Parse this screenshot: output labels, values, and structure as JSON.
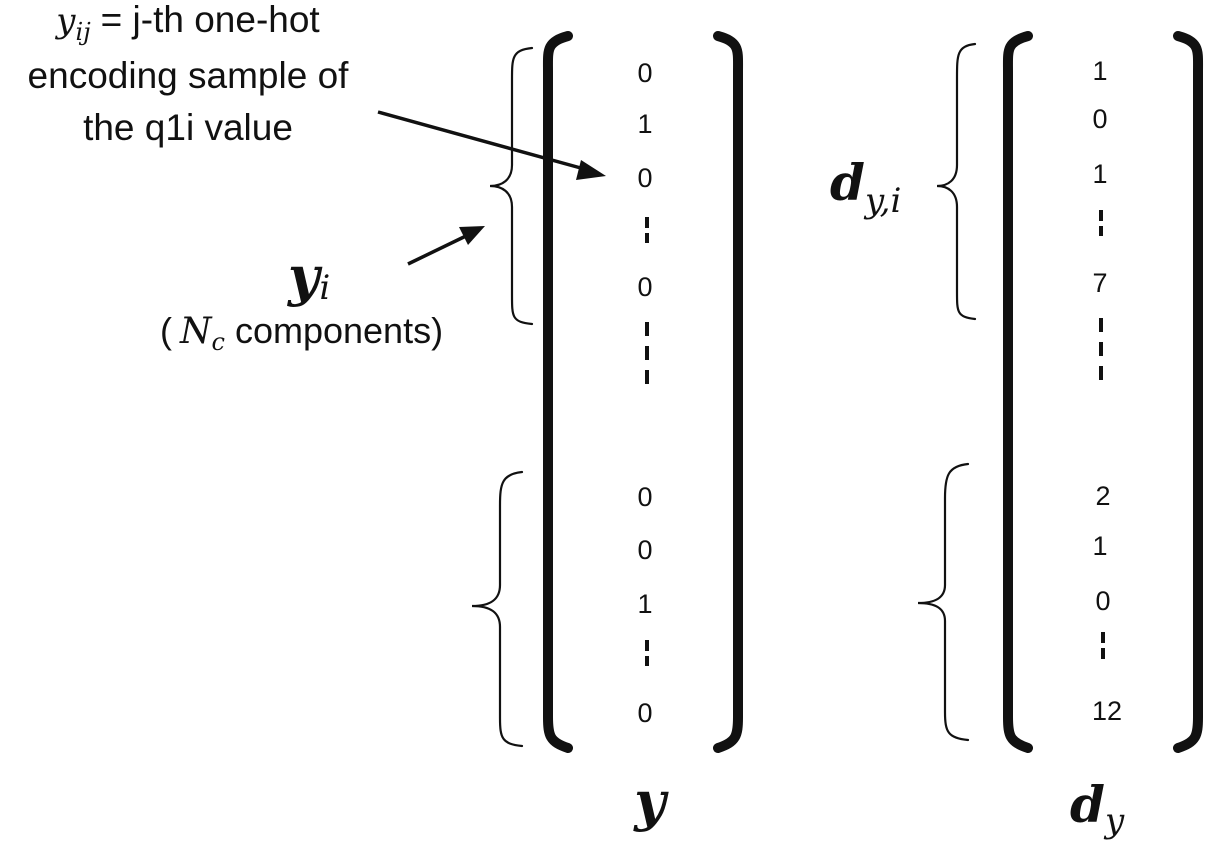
{
  "annotation": {
    "lhs_symbol": "y",
    "lhs_subscript": "ij",
    "line1_rest": "= j-th one-hot",
    "line2": "encoding sample of",
    "line3": "the q1i value"
  },
  "y_i_label": {
    "symbol": "y",
    "subscript": "i",
    "caption_open": "(",
    "caption_symbol": "N",
    "caption_subscript": "c",
    "caption_rest": "components)"
  },
  "d_yi_label": {
    "symbol": "d",
    "subscript": "y,i"
  },
  "vector_y": {
    "label": "y",
    "block1": [
      "0",
      "1",
      "0",
      "0"
    ],
    "block2": [
      "0",
      "0",
      "1",
      "0"
    ]
  },
  "vector_dy": {
    "label": "d",
    "label_subscript": "y",
    "block1": [
      "1",
      "0",
      "1",
      "7"
    ],
    "block2": [
      "2",
      "1",
      "0",
      "12"
    ]
  },
  "colors": {
    "ink": "#111111",
    "background": "#ffffff"
  }
}
